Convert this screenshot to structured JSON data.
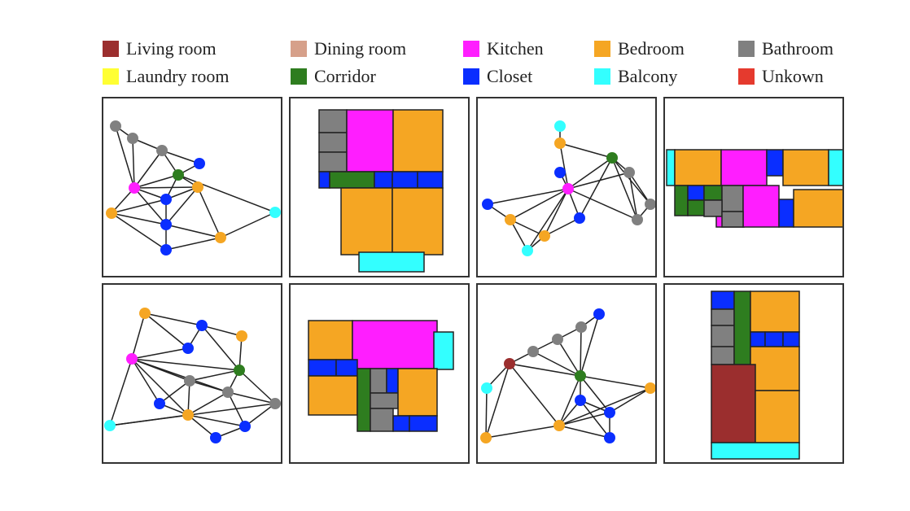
{
  "legend": [
    {
      "label": "Living room",
      "color": "#9b2e2e"
    },
    {
      "label": "Dining room",
      "color": "#d6a08a"
    },
    {
      "label": "Kitchen",
      "color": "#ff1eff"
    },
    {
      "label": "Bedroom",
      "color": "#f5a623"
    },
    {
      "label": "Bathroom",
      "color": "#808080"
    },
    {
      "label": "Laundry room",
      "color": "#ffff33"
    },
    {
      "label": "Corridor",
      "color": "#2e7d1f"
    },
    {
      "label": "Closet",
      "color": "#0a2eff"
    },
    {
      "label": "Balcony",
      "color": "#33ffff"
    },
    {
      "label": "Unkown",
      "color": "#e53a2e"
    }
  ],
  "panels": [
    {
      "kind": "graph",
      "room_types": [
        "Bathroom",
        "Bathroom",
        "Bathroom",
        "Closet",
        "Corridor",
        "Kitchen",
        "Bedroom",
        "Closet",
        "Bedroom",
        "Closet",
        "Balcony",
        "Bedroom",
        "Closet"
      ]
    },
    {
      "kind": "floorplan",
      "room_types": [
        "Bathroom",
        "Kitchen",
        "Bedroom",
        "Closet",
        "Corridor",
        "Bedroom",
        "Bedroom",
        "Balcony"
      ]
    },
    {
      "kind": "graph",
      "room_types": [
        "Balcony",
        "Bedroom",
        "Closet",
        "Corridor",
        "Kitchen",
        "Closet",
        "Bedroom",
        "Bedroom",
        "Balcony",
        "Closet",
        "Bathroom",
        "Bathroom",
        "Bathroom"
      ]
    },
    {
      "kind": "floorplan",
      "room_types": [
        "Balcony",
        "Bedroom",
        "Kitchen",
        "Closet",
        "Bedroom",
        "Balcony",
        "Corridor",
        "Bathroom",
        "Bedroom"
      ]
    },
    {
      "kind": "graph",
      "room_types": [
        "Bedroom",
        "Closet",
        "Bedroom",
        "Kitchen",
        "Closet",
        "Corridor",
        "Bathroom",
        "Bathroom",
        "Closet",
        "Bedroom",
        "Bathroom",
        "Balcony",
        "Closet",
        "Closet"
      ]
    },
    {
      "kind": "floorplan",
      "room_types": [
        "Bedroom",
        "Kitchen",
        "Balcony",
        "Closet",
        "Bedroom",
        "Corridor",
        "Bathroom",
        "Closet",
        "Bedroom"
      ]
    },
    {
      "kind": "graph",
      "room_types": [
        "Closet",
        "Bathroom",
        "Bathroom",
        "Bathroom",
        "Living room",
        "Balcony",
        "Corridor",
        "Closet",
        "Bedroom",
        "Closet",
        "Bedroom",
        "Bedroom",
        "Closet"
      ]
    },
    {
      "kind": "floorplan",
      "room_types": [
        "Closet",
        "Bathroom",
        "Corridor",
        "Bedroom",
        "Closet",
        "Living room",
        "Bedroom",
        "Bedroom",
        "Balcony"
      ]
    }
  ]
}
